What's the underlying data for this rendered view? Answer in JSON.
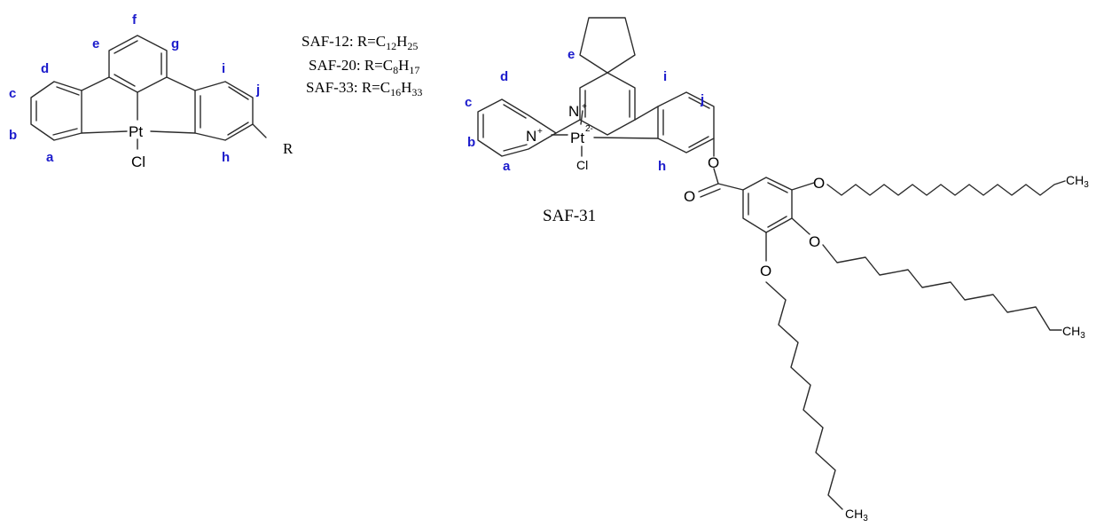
{
  "left_structure": {
    "metal": "Pt",
    "ligand": "Cl",
    "substituent": "R",
    "position_labels": [
      "a",
      "b",
      "c",
      "d",
      "e",
      "f",
      "g",
      "h",
      "i",
      "j"
    ]
  },
  "legend": {
    "entries": [
      {
        "name": "SAF-12",
        "sep": ": R=C",
        "sub1": "12",
        "mid": "H",
        "sub2": "25"
      },
      {
        "name": "SAF-20",
        "sep": ": R=C",
        "sub1": "8",
        "mid": "H",
        "sub2": "17"
      },
      {
        "name": "SAF-33",
        "sep": ": R=C",
        "sub1": "16",
        "mid": "H",
        "sub2": "33"
      }
    ]
  },
  "right_structure": {
    "title": "SAF-31",
    "metal": "Pt",
    "metal_charge": "2-",
    "nitrogen": "N",
    "nitrogen_charge": "+",
    "ligand": "Cl",
    "oxygen": "O",
    "methyl": "CH",
    "methyl_sub": "3",
    "position_labels": [
      "a",
      "b",
      "c",
      "d",
      "e",
      "h",
      "i",
      "j"
    ]
  },
  "colors": {
    "position_label": "#1c1ccc",
    "bond": "#2b2b2b",
    "atom": "#000000"
  }
}
